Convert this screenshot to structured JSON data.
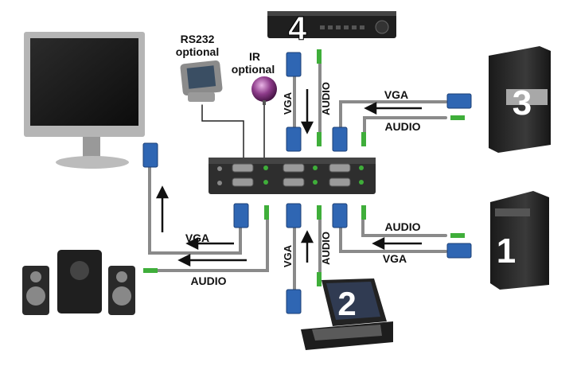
{
  "labels": {
    "rs232": [
      "RS232",
      "optional"
    ],
    "ir": [
      "IR",
      "optional"
    ],
    "vga": "VGA",
    "audio": "AUDIO"
  },
  "computer_numbers": [
    "1",
    "2",
    "3",
    "4"
  ],
  "colors": {
    "cable": "#8a8a8a",
    "vga_connector": "#2f66b3",
    "audio_jack": "#3fae3a",
    "device_dark": "#2a2a2a",
    "ir_bulb": "#7a2a78",
    "arrow": "#111111"
  },
  "devices": [
    "monitor",
    "rs232-touch-panel",
    "ir-receiver",
    "kvm-switch",
    "dvr-computer-4",
    "tower-computer-3",
    "tower-computer-1",
    "laptop-computer-2",
    "speakers"
  ]
}
